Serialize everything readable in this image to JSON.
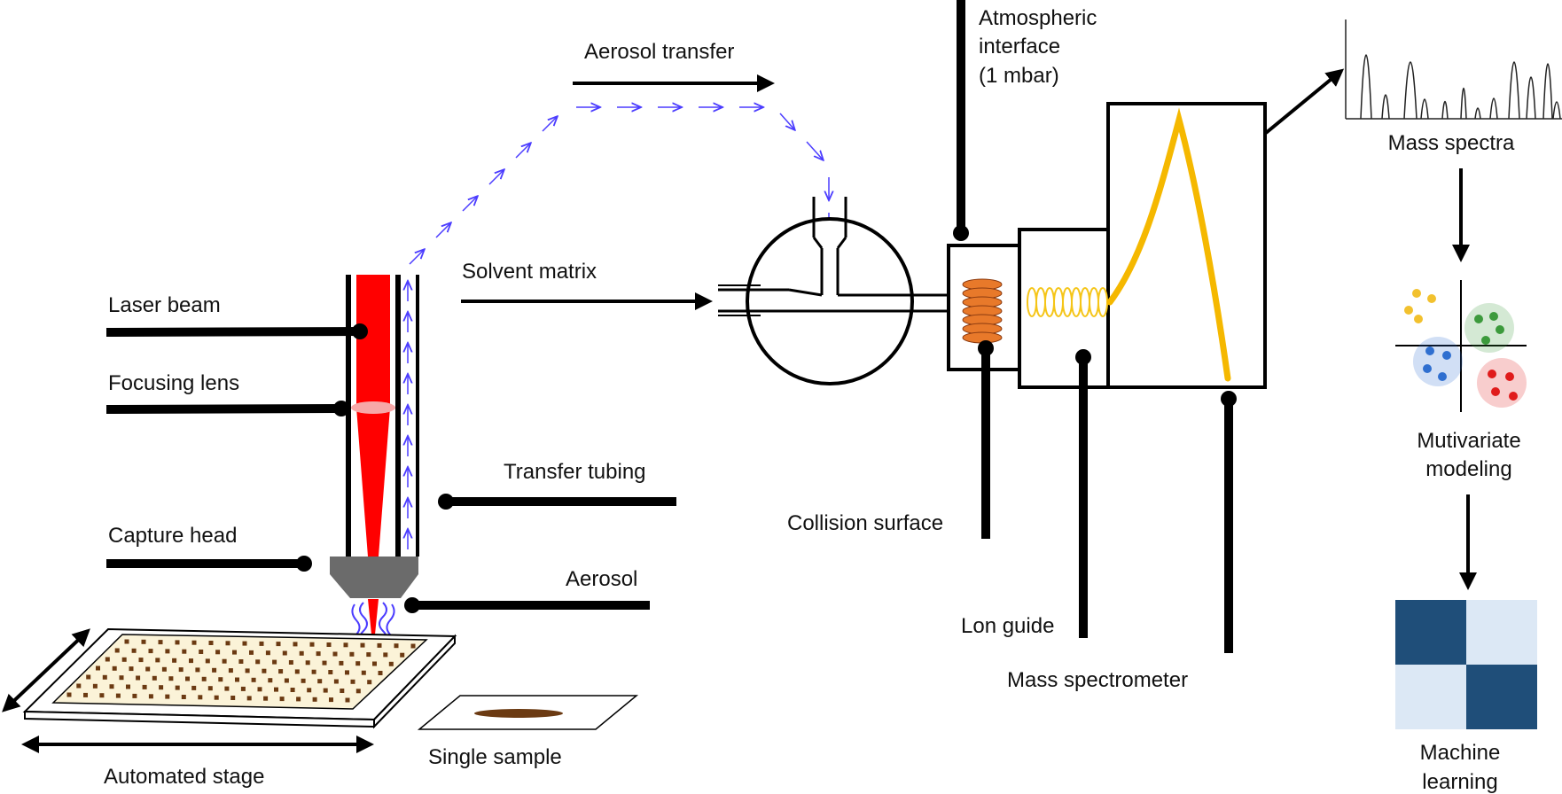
{
  "labels": {
    "laser_beam": "Laser beam",
    "focusing_lens": "Focusing lens",
    "capture_head": "Capture head",
    "transfer_tubing": "Transfer tubing",
    "aerosol": "Aerosol",
    "aerosol_transfer": "Aerosol transfer",
    "solvent_matrix": "Solvent matrix",
    "atmospheric_interface": [
      "Atmospheric",
      "interface",
      "(1 mbar)"
    ],
    "collision_surface": "Collision surface",
    "ion_guide": "Lon guide",
    "mass_spectrometer": "Mass spectrometer",
    "mass_spectra": "Mass spectra",
    "multivariate_modeling": [
      "Mutivariate",
      "modeling"
    ],
    "machine_learning": [
      "Machine",
      "learning"
    ],
    "automated_stage": "Automated stage",
    "single_sample": "Single sample"
  },
  "colors": {
    "laser": "#ff0000",
    "aerosol_flow": "#4b3cff",
    "capture_head": "#6b6b6b",
    "collision_coil": "#e8792a",
    "ion_guide_coil": "#f5c518",
    "trajectory": "#f5b800",
    "matrix_dark": "#1f4e79",
    "matrix_light": "#dce8f5",
    "plate": "#fbf3d8",
    "well": "#6b3a12",
    "cluster_yellow": "#f2c12e",
    "cluster_green": "#3c9a3c",
    "cluster_blue": "#2f6fd0",
    "cluster_red": "#e01b1b"
  },
  "icons": {
    "arrow": "arrow-icon",
    "pointer": "pointer-line-icon",
    "coil": "coil-icon"
  }
}
